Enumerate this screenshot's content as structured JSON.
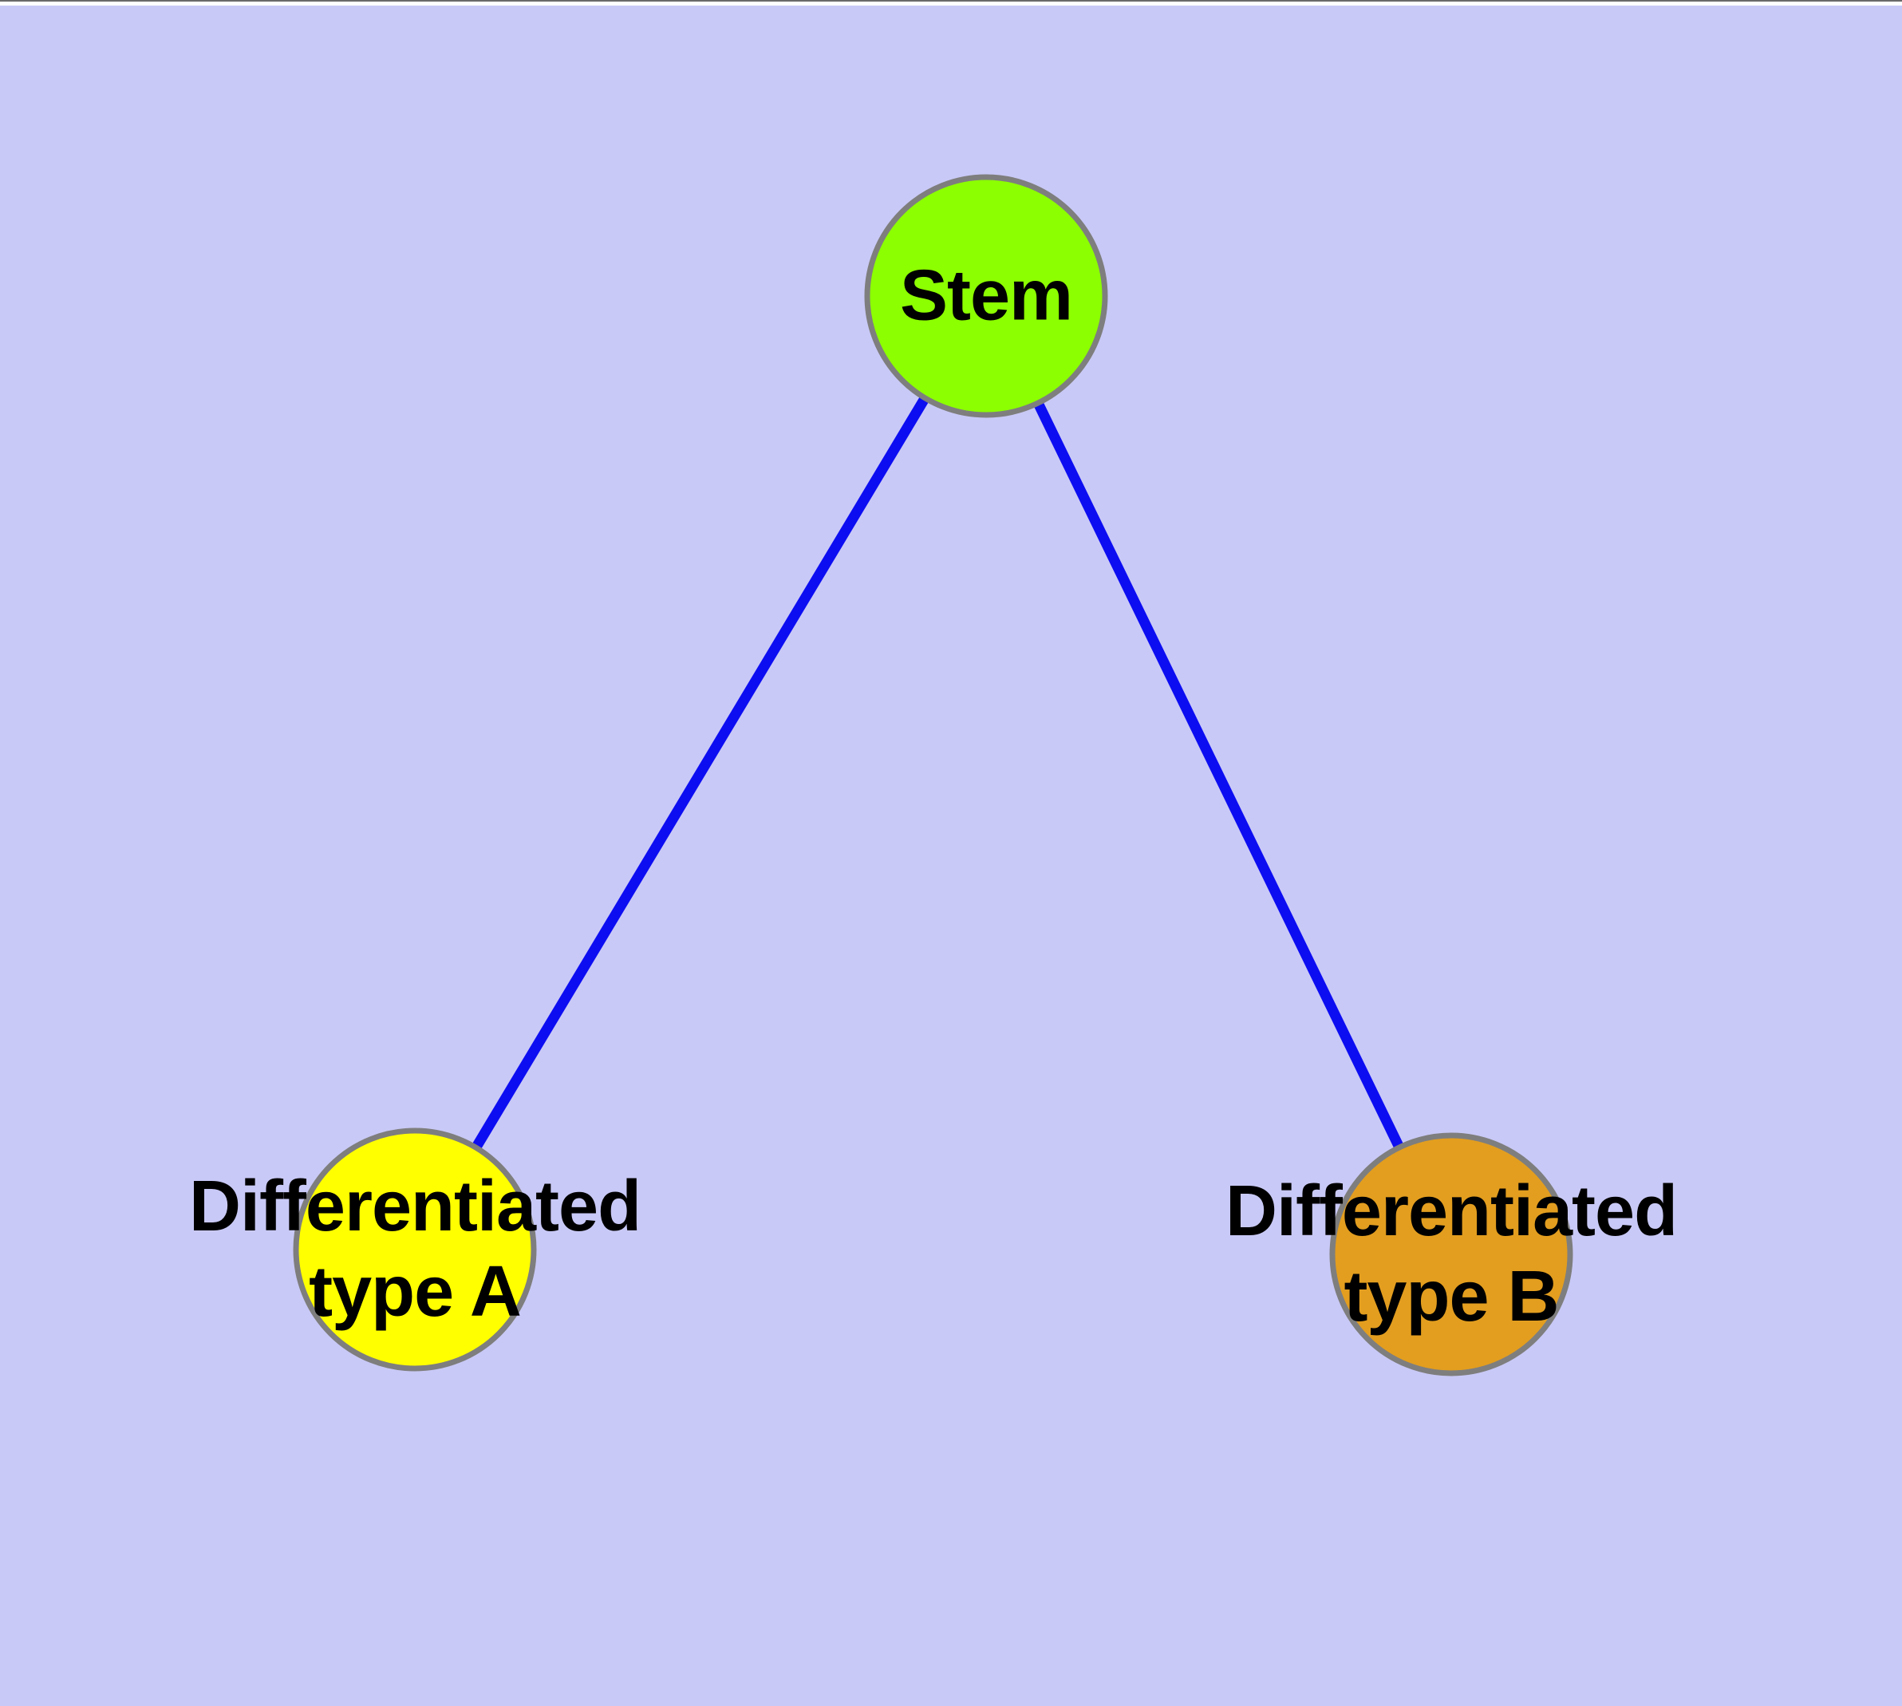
{
  "diagram": {
    "background_color": "#c9c9f7",
    "top_strip_color": "#ffffff",
    "edge_color": "#0d0df2",
    "node_border_color": "#7e7e7e",
    "label_color": "#000000",
    "nodes": [
      {
        "id": "stem",
        "label": "Stem",
        "fill": "#8cff00"
      },
      {
        "id": "differentiated-type-a",
        "label_line1": "Differentiated",
        "label_line2": "type A",
        "fill": "#ffff00"
      },
      {
        "id": "differentiated-type-b",
        "label_line1": "Differentiated",
        "label_line2": "type B",
        "fill": "#e39e1f"
      }
    ],
    "edges": [
      {
        "from": "Stem",
        "to": "Differentiated type A"
      },
      {
        "from": "Stem",
        "to": "Differentiated type B"
      }
    ]
  }
}
